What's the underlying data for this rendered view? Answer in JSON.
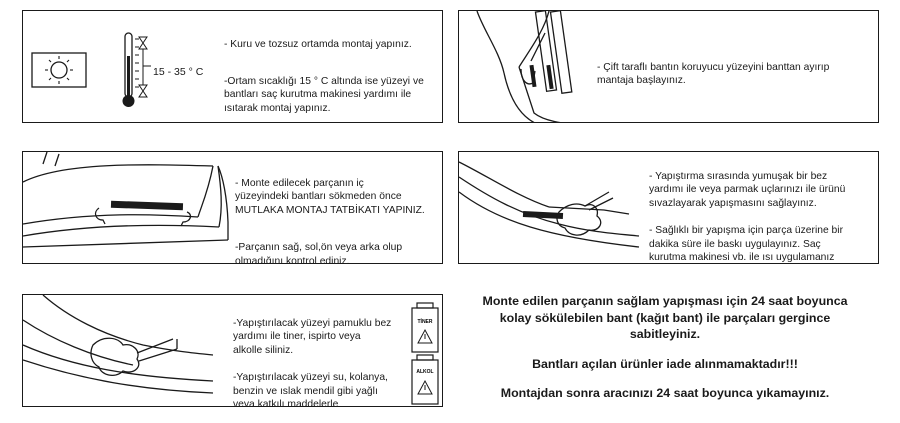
{
  "panels": {
    "p1": {
      "temperature_label": "15 - 35 ° C",
      "paragraphs": [
        "- Kuru ve tozsuz ortamda montaj yapınız.",
        "-Ortam sıcaklığı 15 ° C altında ise yüzeyi ve\nbantları saç kurutma makinesi yardımı ile\nısıtarak montaj yapınız."
      ],
      "icons": [
        "sun-icon",
        "thermometer-icon"
      ]
    },
    "p2": {
      "paragraphs": [
        "- Çift taraflı bantın koruyucu yüzeyini banttan ayırıp\nmantaja başlayınız."
      ],
      "icons": [
        "tape-peel-illustration"
      ]
    },
    "p3": {
      "paragraphs": [
        "- Monte edilecek parçanın iç\nyüzeyindeki bantları sökmeden önce\nMUTLAKA MONTAJ TATBİKATI YAPINIZ.",
        "-Parçanın sağ, sol,ön veya arka olup\nolmadığını kontrol ediniz."
      ],
      "icons": [
        "car-part-illustration"
      ]
    },
    "p4": {
      "paragraphs": [
        "- Yapıştırma sırasında yumuşak bir bez\nyardımı ile veya parmak uçlarınızı ile ürünü\nsıvazlayarak yapışmasını sağlayınız.",
        "- Sağlıklı bir yapışma için parça üzerine bir\ndakika süre ile baskı uygulayınız. Saç\nkurutma makinesi vb. ile ısı uygulamanız\nbantların daha sağlam yapışmasını sağlar."
      ],
      "icons": [
        "hand-pressing-illustration"
      ]
    },
    "p5": {
      "paragraphs": [
        "-Yapıştırılacak yüzeyi pamuklu bez\nyardımı ile tiner, ispirto veya\nalkolle siliniz.",
        "-Yapıştırılacak yüzeyi su, kolanya,\nbenzin ve ıslak mendil gibi yağlı\nveya katkılı maddelerle\nTEMİZLEMEYİNİZ !!!"
      ],
      "bottles": [
        "TİNER",
        "ALKOL"
      ],
      "icons": [
        "hand-wiping-illustration",
        "warning-icon"
      ]
    }
  },
  "notice": {
    "line1": "Monte edilen parçanın sağlam yapışması için 24 saat boyunca\nkolay sökülebilen bant (kağıt bant) ile parçaları gergince\nsabitleyiniz.",
    "line2": "Bantları açılan ürünler iade alınmamaktadır!!!",
    "line3": "Montajdan sonra aracınızı 24 saat boyunca yıkamayınız."
  }
}
